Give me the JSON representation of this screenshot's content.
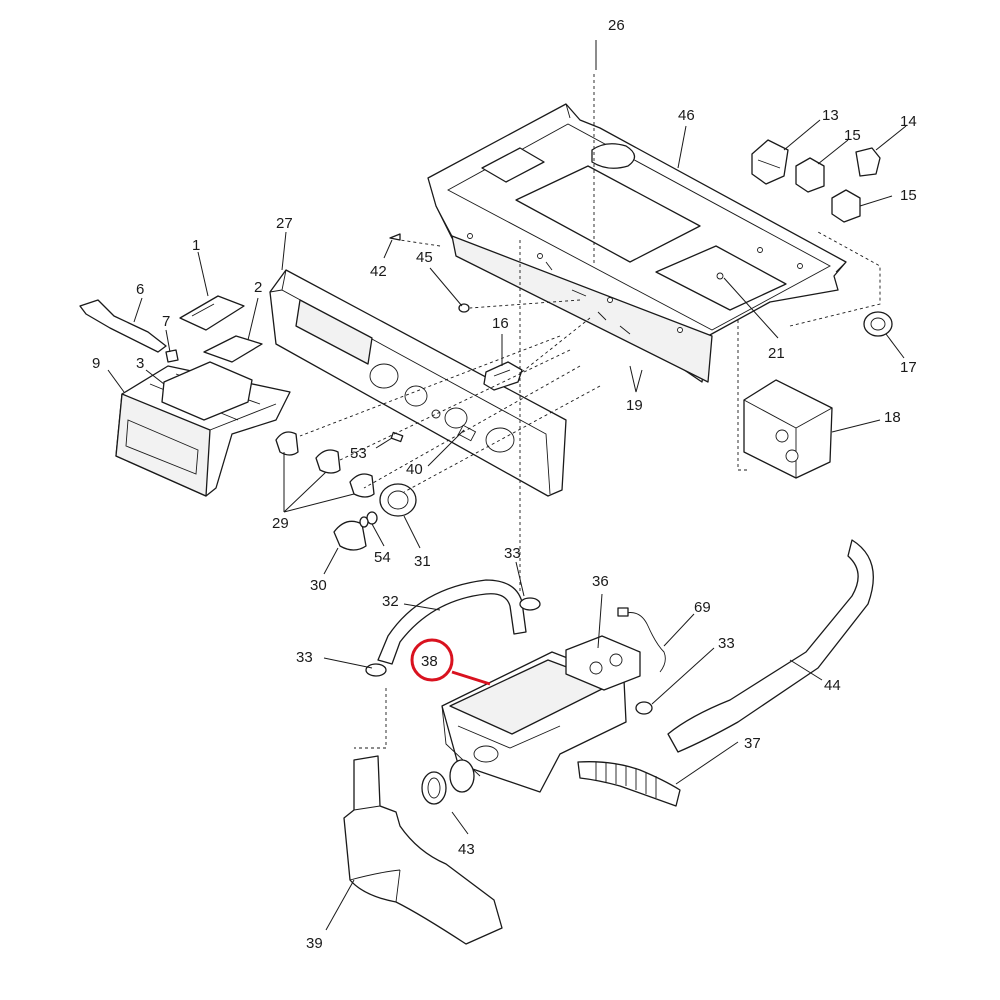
{
  "diagram": {
    "highlight_color": "#d9121f",
    "line_color": "#1a1a1a",
    "background": "#ffffff",
    "highlighted_part": "38",
    "callouts": {
      "c26": "26",
      "c46": "46",
      "c13": "13",
      "c14": "14",
      "c15a": "15",
      "c15b": "15",
      "c27": "27",
      "c1": "1",
      "c6": "6",
      "c2": "2",
      "c7": "7",
      "c9": "9",
      "c3": "3",
      "c42": "42",
      "c45": "45",
      "c16": "16",
      "c21": "21",
      "c17": "17",
      "c19": "19",
      "c18": "18",
      "c53": "53",
      "c40": "40",
      "c29": "29",
      "c54": "54",
      "c31": "31",
      "c30": "30",
      "c33a": "33",
      "c36": "36",
      "c32": "32",
      "c69": "69",
      "c33b": "33",
      "c33c": "33",
      "c38": "38",
      "c44": "44",
      "c37": "37",
      "c43": "43",
      "c39": "39"
    }
  }
}
